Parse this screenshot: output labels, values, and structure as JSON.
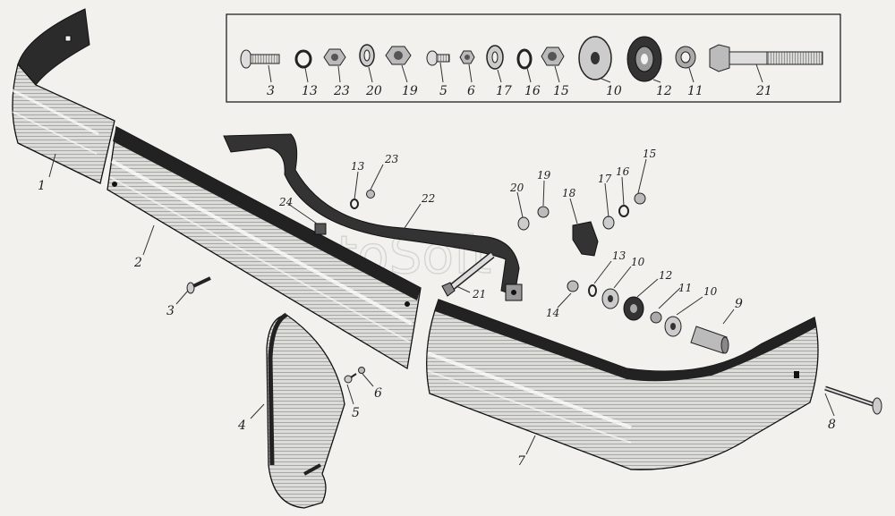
{
  "watermark": "AutoSoft",
  "legend_box": {
    "labels": [
      "3",
      "13",
      "23",
      "20",
      "19",
      "5",
      "6",
      "17",
      "16",
      "15",
      "10",
      "12",
      "11",
      "21"
    ]
  },
  "callouts": {
    "c1": "1",
    "c2": "2",
    "c3": "3",
    "c4": "4",
    "c5": "5",
    "c6": "6",
    "c7": "7",
    "c8": "8",
    "c9": "9",
    "c10a": "10",
    "c10b": "10",
    "c11": "11",
    "c12": "12",
    "c13a": "13",
    "c13b": "13",
    "c14": "14",
    "c15": "15",
    "c16": "16",
    "c17": "17",
    "c18": "18",
    "c19": "19",
    "c20": "20",
    "c21": "21",
    "c22": "22",
    "c23": "23",
    "c24": "24"
  }
}
